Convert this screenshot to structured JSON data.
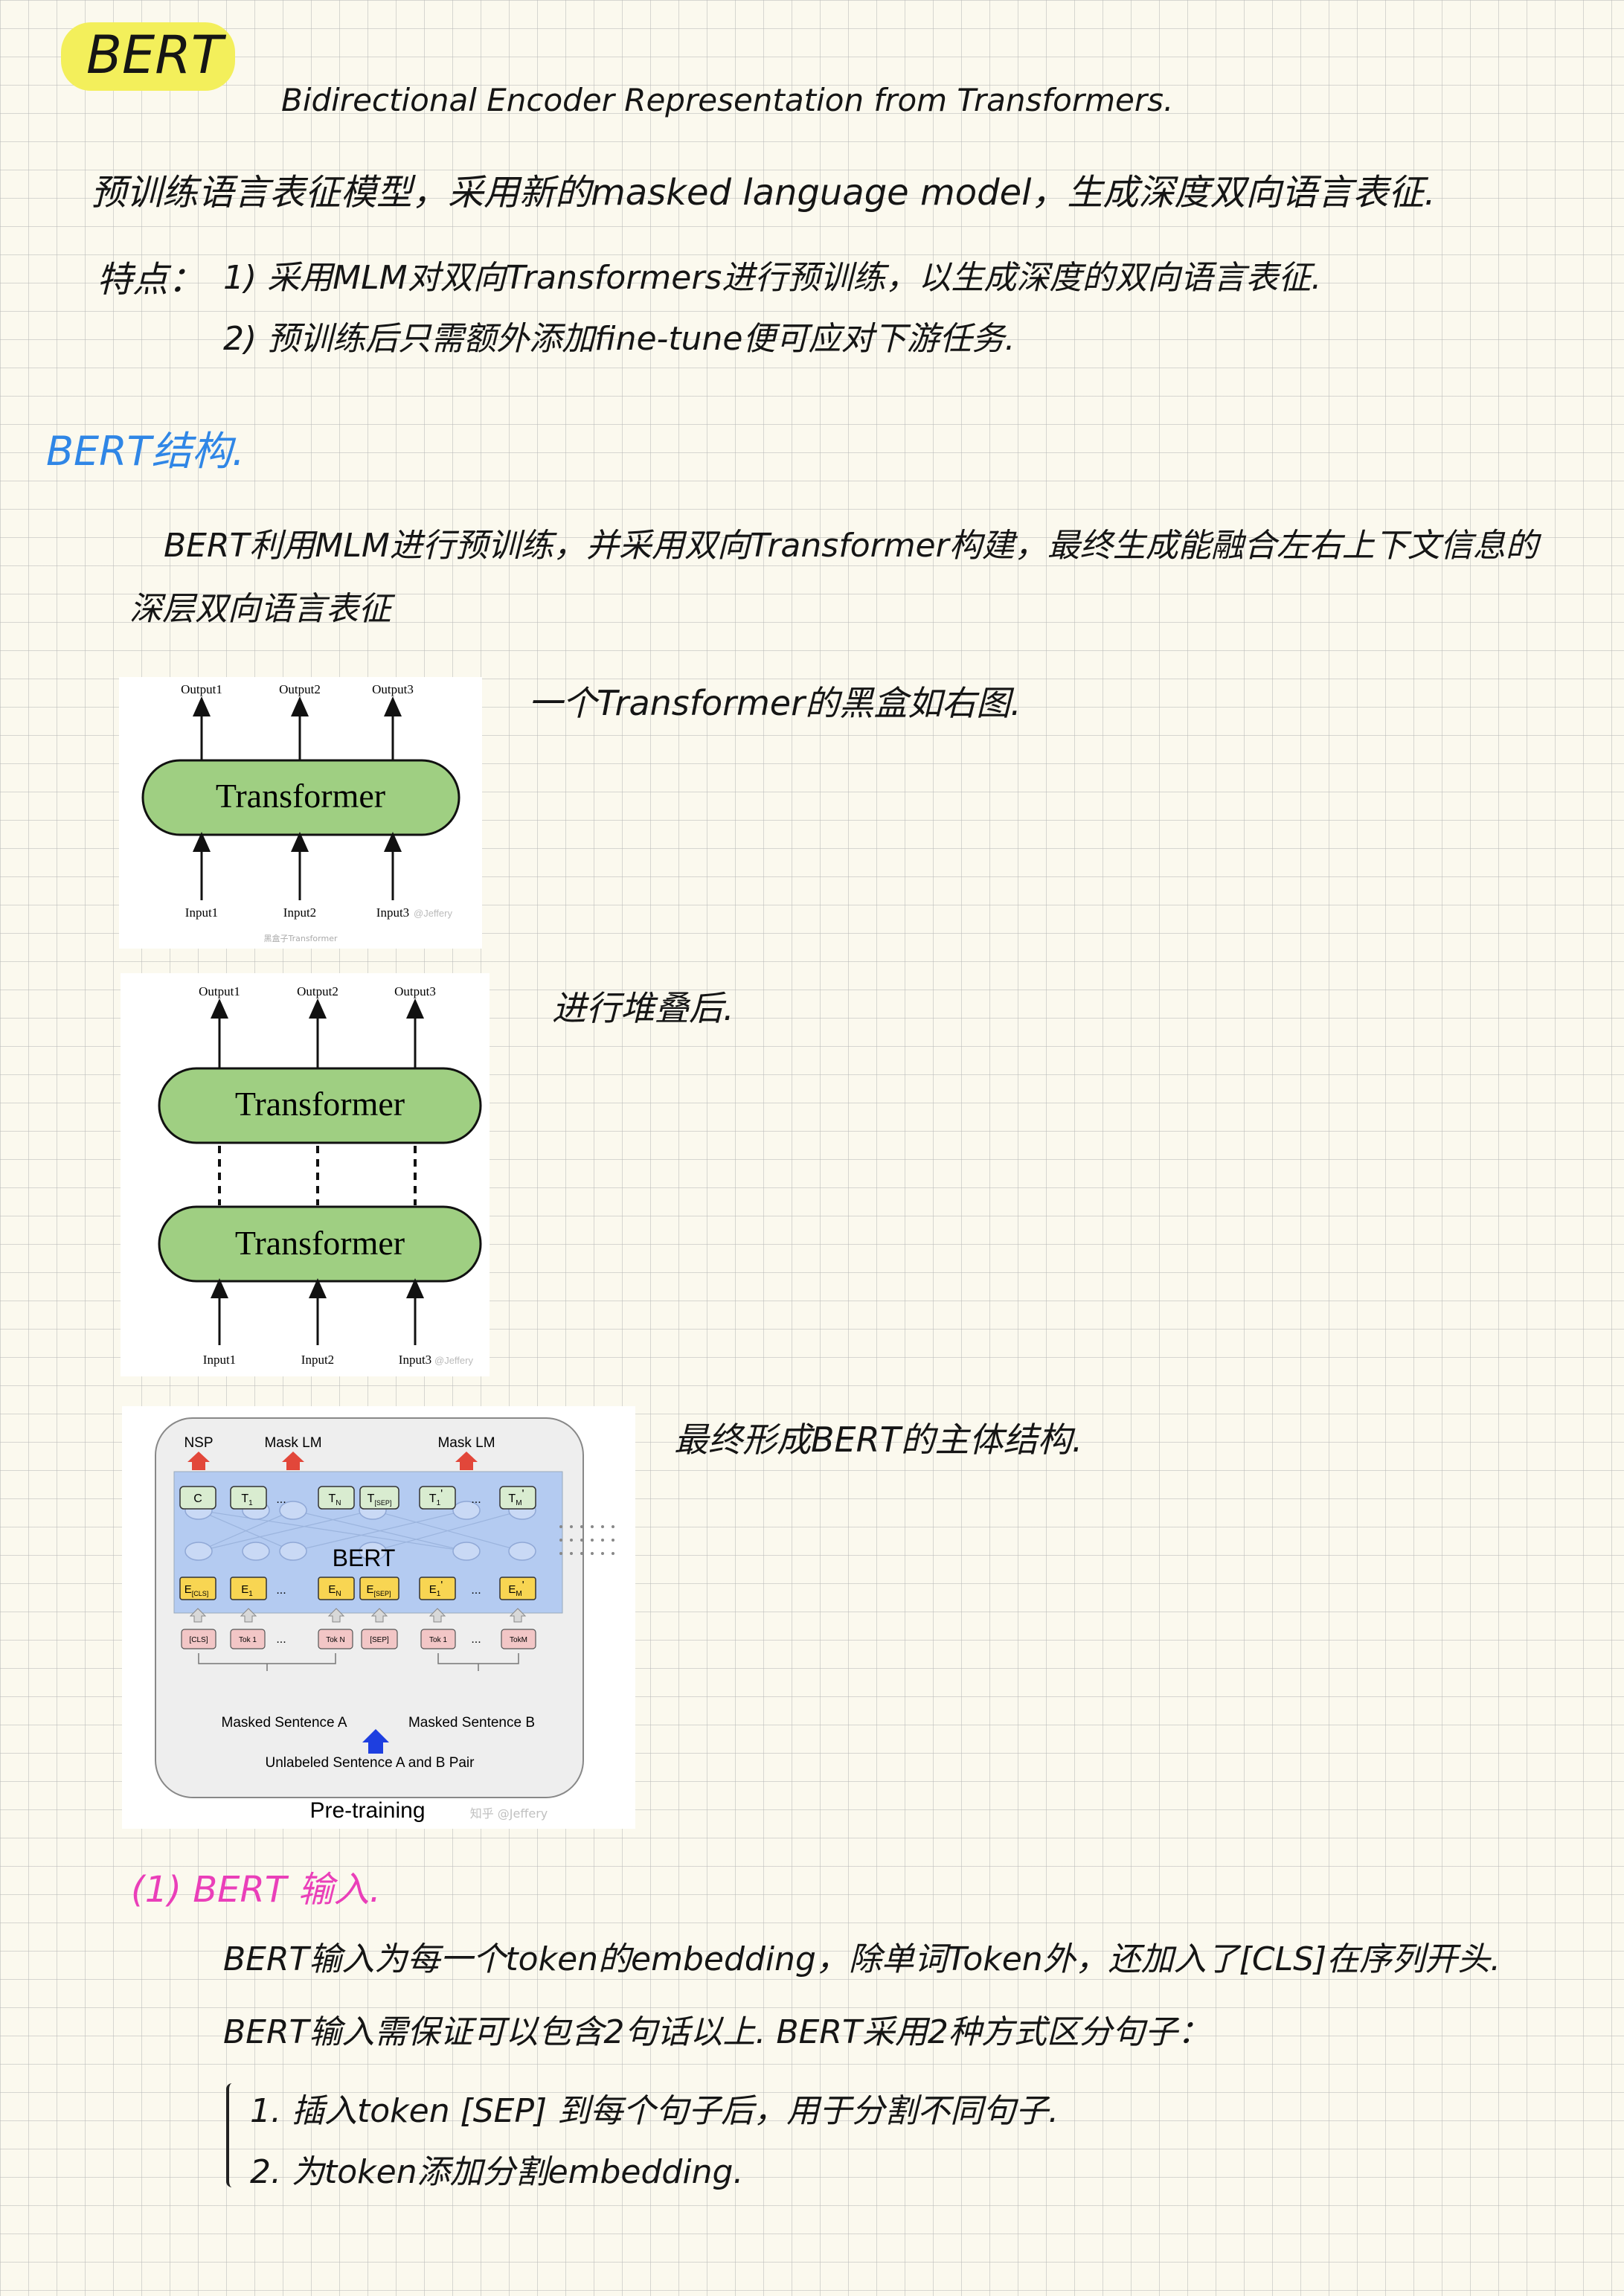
{
  "header": {
    "title": "BERT",
    "subtitle": "Bidirectional Encoder Representation from Transformers."
  },
  "intro": {
    "definition": "预训练语言表征模型，采用新的masked language model，生成深度双向语言表征.",
    "features_label": "特点：",
    "feature_1": "1) 采用MLM对双向Transformers进行预训练，以生成深度的双向语言表征.",
    "feature_2": "2) 预训练后只需额外添加fine-tune便可应对下游任务."
  },
  "structure": {
    "heading": "BERT结构.",
    "para_line1": "BERT利用MLM进行预训练，并采用双向Transformer构建，最终生成能融合左右上下文信息的",
    "para_line2": "深层双向语言表征",
    "note_single": "一个Transformer的黑盒如右图.",
    "note_stack": "进行堆叠后.",
    "note_bert": "最终形成BERT的主体结构."
  },
  "fig1": {
    "outputs": [
      "Output1",
      "Output2",
      "Output3"
    ],
    "inputs": [
      "Input1",
      "Input2",
      "Input3"
    ],
    "block_label": "Transformer",
    "caption": "黑盒子Transformer",
    "watermark": "@Jeffery"
  },
  "fig2": {
    "outputs": [
      "Output1",
      "Output2",
      "Output3"
    ],
    "inputs": [
      "Input1",
      "Input2",
      "Input3"
    ],
    "block_top": "Transformer",
    "block_bottom": "Transformer",
    "watermark": "@Jeffery"
  },
  "fig3": {
    "nsp": "NSP",
    "mask_lm_1": "Mask LM",
    "mask_lm_2": "Mask LM",
    "model_label": "BERT",
    "masked_a": "Masked Sentence A",
    "masked_b": "Masked Sentence B",
    "pair_label": "Unlabeled Sentence A and B Pair",
    "footer": "Pre-training",
    "watermark": "知乎 @Jeffery",
    "ellipsis": "..."
  },
  "input_section": {
    "heading": "(1) BERT 输入.",
    "line1": "BERT输入为每一个token的embedding，除单词Token外，还加入了[CLS]在序列开头.",
    "line2": "BERT输入需保证可以包含2句话以上. BERT采用2种方式区分句子：",
    "item1": "1. 插入token [SEP] 到每个句子后，用于分割不同句子.",
    "item2": "2. 为token添加分割embedding."
  },
  "colors": {
    "highlight": "#f3ef5b",
    "heading_blue": "#2f86e6",
    "heading_pink": "#ea3fb9",
    "transformer_green": "#9fcf82",
    "bert_blue": "#b4cbf1",
    "embed_yellow": "#f8d552",
    "token_pink": "#f2c6c6",
    "output_green": "#d9ecd0",
    "nsp_red": "#e2473a",
    "pair_blue": "#1e3fe0"
  }
}
